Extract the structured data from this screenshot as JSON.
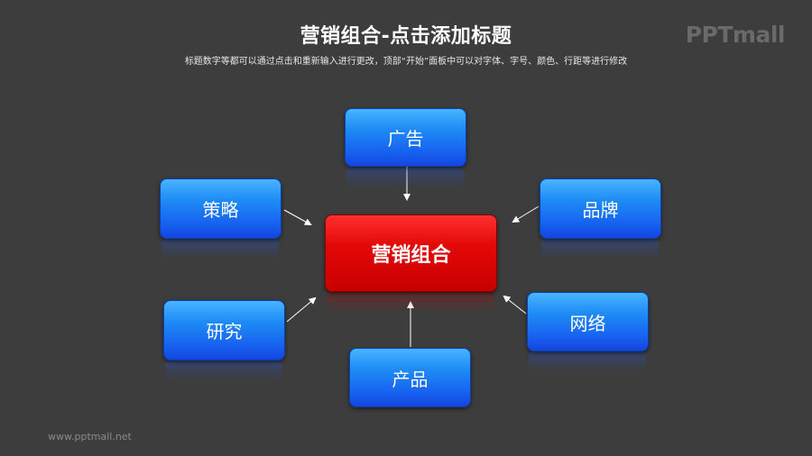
{
  "header": {
    "title": "营销组合-点击添加标题",
    "subtitle": "标题数字等都可以通过点击和重新输入进行更改，顶部“开始”面板中可以对字体、字号、颜色、行距等进行修改"
  },
  "logo": {
    "text": "PPTmall"
  },
  "footer": {
    "url": "www.pptmall.net"
  },
  "diagram": {
    "center": {
      "label": "营销组合",
      "color": "#e00000"
    },
    "nodes": [
      {
        "id": "ad",
        "label": "广告"
      },
      {
        "id": "strategy",
        "label": "策略"
      },
      {
        "id": "brand",
        "label": "品牌"
      },
      {
        "id": "research",
        "label": "研究"
      },
      {
        "id": "network",
        "label": "网络"
      },
      {
        "id": "product",
        "label": "产品"
      }
    ],
    "node_color": "#1a6ff0"
  }
}
